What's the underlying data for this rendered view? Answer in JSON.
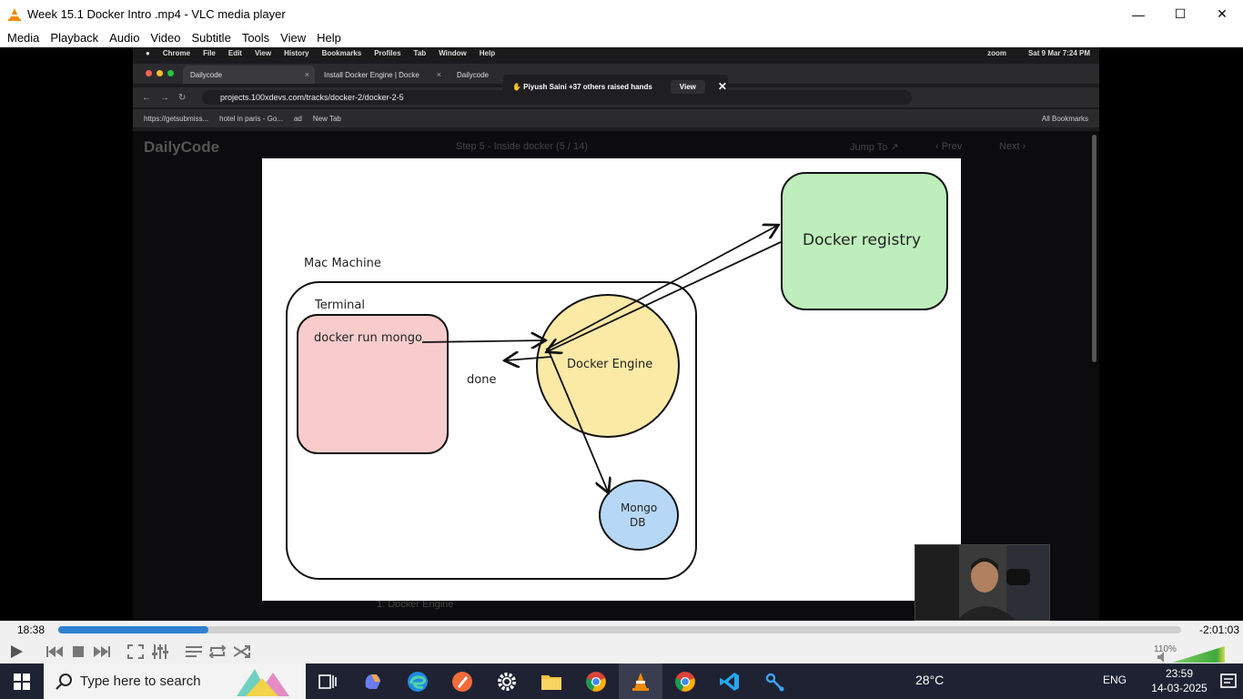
{
  "window": {
    "title": "Week 15.1 Docker Intro .mp4 - VLC media player",
    "minimize_glyph": "—",
    "maximize_glyph": "☐",
    "close_glyph": "✕"
  },
  "menu": [
    "Media",
    "Playback",
    "Audio",
    "Video",
    "Subtitle",
    "Tools",
    "View",
    "Help"
  ],
  "mac_menubar": {
    "app": "Chrome",
    "items": [
      "File",
      "Edit",
      "View",
      "History",
      "Bookmarks",
      "Profiles",
      "Tab",
      "Window",
      "Help"
    ],
    "zoom_label": "zoom",
    "datetime": "Sat 9 Mar  7:24 PM"
  },
  "browser": {
    "tabs": [
      "Dailycode",
      "Install Docker Engine | Docke",
      "Dailycode"
    ],
    "tab_close": "×",
    "toast": {
      "text": "✋ Piyush Saini +37 others raised hands",
      "view_label": "View",
      "close": "✕"
    },
    "url": "projects.100xdevs.com/tracks/docker-2/docker-2-5",
    "bookmarks": [
      "https://getsubmiss...",
      "hotel in paris - Go...",
      "ad",
      "New Tab"
    ],
    "all_bookmarks": "All Bookmarks"
  },
  "page": {
    "logo": "DailyCode",
    "step": "Step 5 - Inside docker (5 / 14)",
    "jump_to": "Jump To ↗",
    "prev": "‹  Prev",
    "next": "Next  ›",
    "toc_item": "1. Docker Engine"
  },
  "diagram": {
    "mac_machine": "Mac Machine",
    "terminal": "Terminal",
    "command": "docker run mongo",
    "done": "done",
    "docker_engine": "Docker Engine",
    "mongo_db_line1": "Mongo",
    "mongo_db_line2": "DB",
    "docker_registry": "Docker registry",
    "colors": {
      "terminal_fill": "#f8cccc",
      "engine_fill": "#fbe9a6",
      "mongo_fill": "#b7d7f7",
      "registry_fill": "#bdeebb"
    }
  },
  "player": {
    "elapsed": "18:38",
    "remaining": "-2:01:03",
    "progress": 0.134,
    "volume": "110%",
    "accent": "#2f80d0"
  },
  "taskbar": {
    "search_placeholder": "Type here to search",
    "weather": "28°C",
    "lang": "ENG",
    "time": "23:59",
    "date": "14-03-2025"
  }
}
